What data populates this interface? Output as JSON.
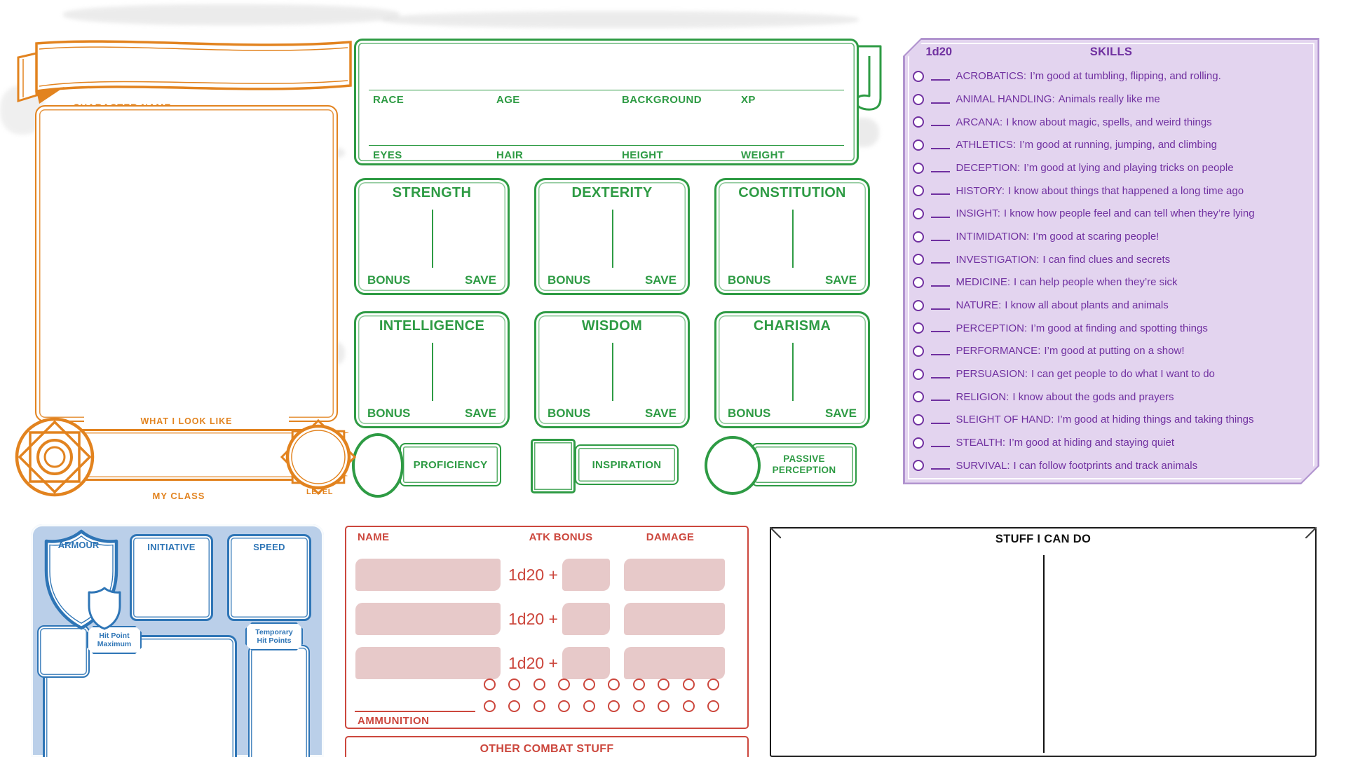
{
  "identity": {
    "character_name_label": "CHARACTER NAME",
    "what_i_look_like_label": "WHAT I LOOK LIKE",
    "my_class_label": "MY CLASS",
    "level_label": "LEVEL"
  },
  "details": {
    "row1": [
      "RACE",
      "AGE",
      "BACKGROUND",
      "XP"
    ],
    "row2": [
      "EYES",
      "HAIR",
      "HEIGHT",
      "WEIGHT"
    ]
  },
  "abilities": {
    "names": [
      "STRENGTH",
      "DEXTERITY",
      "CONSTITUTION",
      "INTELLIGENCE",
      "WISDOM",
      "CHARISMA"
    ],
    "bonus_label": "BONUS",
    "save_label": "SAVE"
  },
  "badges": {
    "proficiency": "PROFICIENCY",
    "inspiration": "INSPIRATION",
    "passive_line1": "PASSIVE",
    "passive_line2": "PERCEPTION"
  },
  "skills": {
    "die_label": "1d20",
    "title": "SKILLS",
    "items": [
      {
        "name": "ACROBATICS",
        "desc": "I’m good at tumbling, flipping, and rolling."
      },
      {
        "name": "ANIMAL HANDLING",
        "desc": "Animals really like me"
      },
      {
        "name": "ARCANA",
        "desc": "I know about magic, spells, and weird things"
      },
      {
        "name": "ATHLETICS",
        "desc": "I’m good at running, jumping, and climbing"
      },
      {
        "name": "DECEPTION",
        "desc": "I’m good at lying and playing tricks on people"
      },
      {
        "name": "HISTORY",
        "desc": "I know about things that happened a long time ago"
      },
      {
        "name": "INSIGHT",
        "desc": "I know how people feel and can tell when they’re lying"
      },
      {
        "name": "INTIMIDATION",
        "desc": "I’m good at scaring people!"
      },
      {
        "name": "INVESTIGATION",
        "desc": "I can find clues and secrets"
      },
      {
        "name": "MEDICINE",
        "desc": "I can help people when they’re sick"
      },
      {
        "name": "NATURE",
        "desc": "I know all about plants and animals"
      },
      {
        "name": "PERCEPTION",
        "desc": "I’m good at finding and spotting things"
      },
      {
        "name": "PERFORMANCE",
        "desc": "I’m good at putting on a show!"
      },
      {
        "name": "PERSUASION",
        "desc": "I can get people to do what I want to do"
      },
      {
        "name": "RELIGION",
        "desc": "I know about the gods and prayers"
      },
      {
        "name": "SLEIGHT OF HAND",
        "desc": "I’m good at hiding things and taking things"
      },
      {
        "name": "STEALTH",
        "desc": "I’m good at hiding and staying quiet"
      },
      {
        "name": "SURVIVAL",
        "desc": "I can follow footprints and track animals"
      }
    ]
  },
  "defense": {
    "armour_label": "ARMOUR",
    "initiative_label": "INITIATIVE",
    "speed_label": "SPEED",
    "hp_max_line1": "Hit Point",
    "hp_max_line2": "Maximum",
    "temp_line1": "Temporary",
    "temp_line2": "Hit Points"
  },
  "attacks": {
    "name_header": "NAME",
    "atk_bonus_header": "ATK BONUS",
    "damage_header": "DAMAGE",
    "roll_prefix": "1d20 +",
    "attack_rows": 3,
    "ammo_rows": 2,
    "ammo_circles_per_row": 10,
    "ammunition_label": "AMMUNITION",
    "other_combat_label": "OTHER COMBAT STUFF"
  },
  "features": {
    "title": "STUFF I CAN DO"
  },
  "colors": {
    "orange": "#E2831F",
    "green": "#2E9B44",
    "purple": "#7030A0",
    "purple_bg": "#E3D4EF",
    "blue": "#2E75B6",
    "blue_bg": "#BACFE9",
    "red": "#CC473D",
    "red_fill": "#E7C9C9",
    "black": "#1A1A1A"
  }
}
